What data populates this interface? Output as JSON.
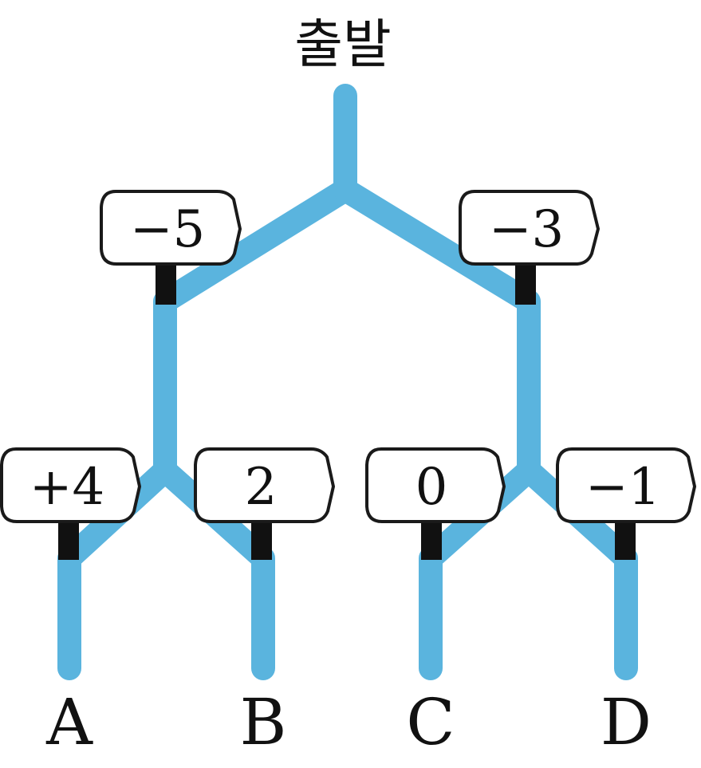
{
  "start_label": "출발",
  "colors": {
    "path": "#5ab4de",
    "post": "#111111",
    "sign_fill": "#ffffff",
    "sign_stroke": "#1a1a1a",
    "text": "#111111"
  },
  "signs": {
    "left_top": "−5",
    "right_top": "−3",
    "a": "+4",
    "b": "2",
    "c": "0",
    "d": "−1"
  },
  "endpoints": {
    "a": "A",
    "b": "B",
    "c": "C",
    "d": "D"
  }
}
